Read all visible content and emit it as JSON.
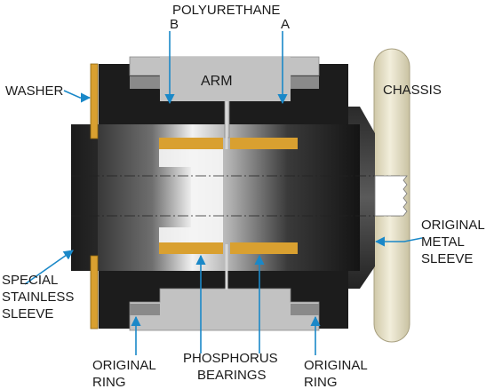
{
  "labels": {
    "polyurethane": "POLYURETHANE",
    "b": "B",
    "a": "A",
    "arm": "ARM",
    "washer": "WASHER",
    "chassis": "CHASSIS",
    "original_metal_sleeve": [
      "ORIGINAL",
      "METAL",
      "SLEEVE"
    ],
    "special_stainless_sleeve": [
      "SPECIAL",
      "STAINLESS",
      "SLEEVE"
    ],
    "original_ring_left": [
      "ORIGINAL",
      "RING"
    ],
    "phosphorus_bearings": [
      "PHOSPHORUS",
      "BEARINGS"
    ],
    "original_ring_right": [
      "ORIGINAL",
      "RING"
    ]
  },
  "colors": {
    "polyurethane": "#1c1c1c",
    "arm": "#c2c2c2",
    "ring": "#8a8a8a",
    "bearing": "#d9a030",
    "washer": "#d9a030",
    "chassis": "#e8e2c8",
    "leader": "#1a88c8"
  }
}
